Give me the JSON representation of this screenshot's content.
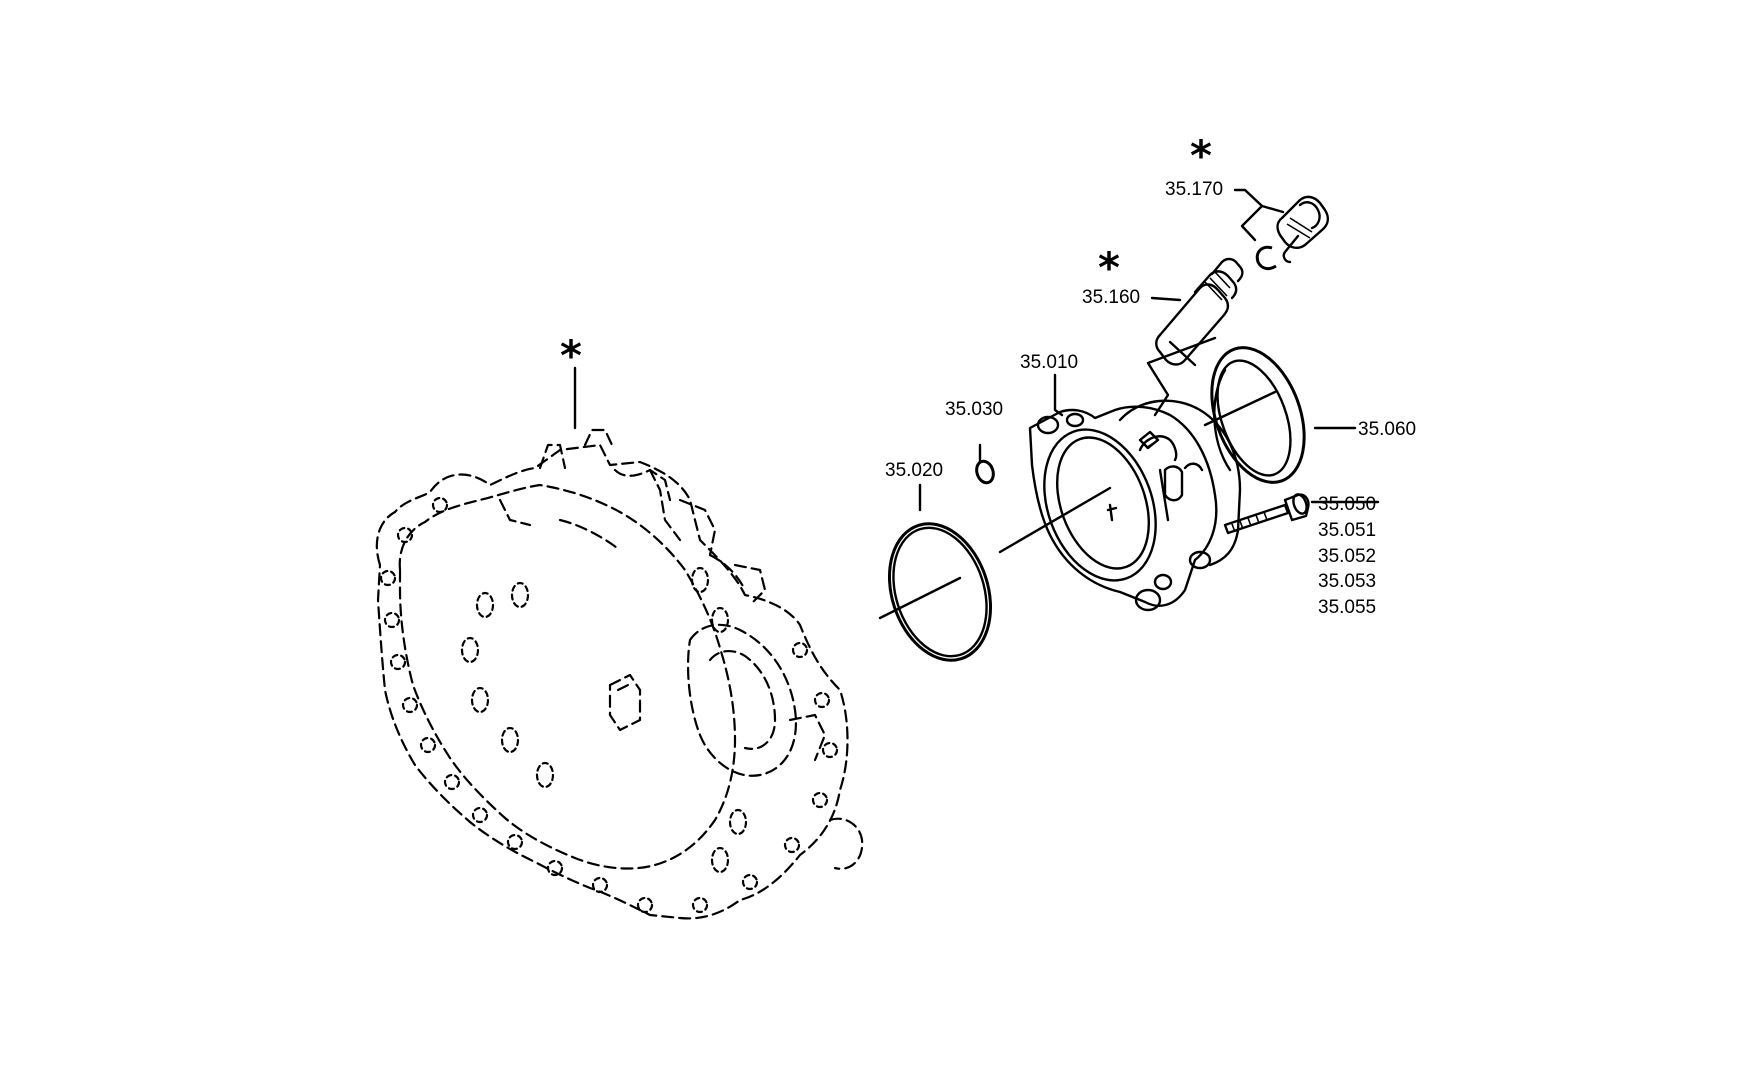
{
  "labels": {
    "p35_010": "35.010",
    "p35_020": "35.020",
    "p35_030": "35.030",
    "p35_050": "35.050",
    "p35_051": "35.051",
    "p35_052": "35.052",
    "p35_053": "35.053",
    "p35_055": "35.055",
    "p35_060": "35.060",
    "p35_160": "35.160",
    "p35_170": "35.170"
  },
  "markers": {
    "housing_star": "*",
    "p35_160_star": "*",
    "p35_170_star": "*"
  }
}
